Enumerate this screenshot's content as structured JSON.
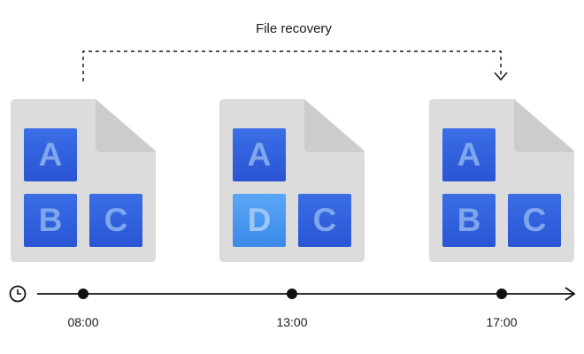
{
  "title": "File recovery",
  "files": [
    {
      "time": "08:00",
      "blocks": [
        "A",
        "B",
        "C"
      ],
      "changed": []
    },
    {
      "time": "13:00",
      "blocks": [
        "A",
        "D",
        "C"
      ],
      "changed": [
        1
      ]
    },
    {
      "time": "17:00",
      "blocks": [
        "A",
        "B",
        "C"
      ],
      "changed": []
    }
  ],
  "icons": {
    "timeline_start": "clock-icon"
  },
  "colors": {
    "document": "#dcdcdc",
    "document_fold": "#cfcfcf",
    "block": "#2f5fdd",
    "block_changed": "#4a98f0",
    "timeline": "#111111"
  }
}
